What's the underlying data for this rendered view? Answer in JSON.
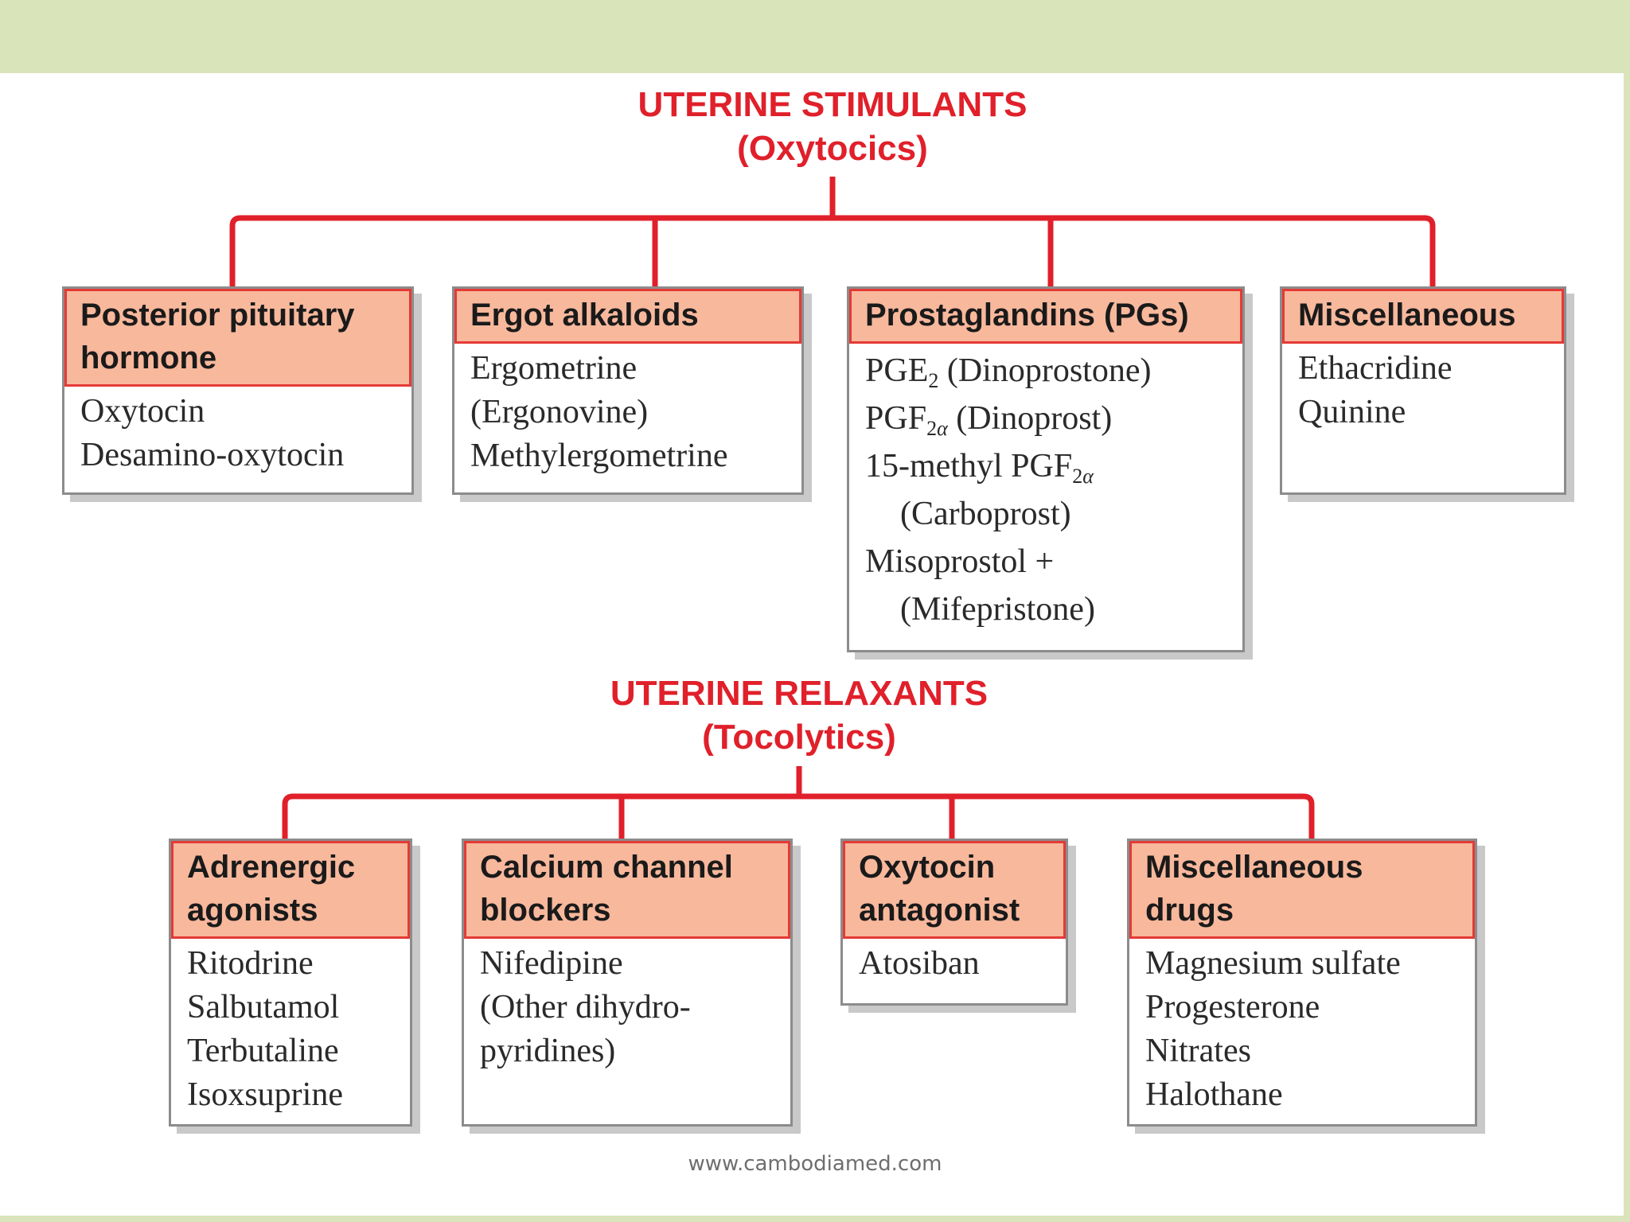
{
  "stimulants": {
    "title": "UTERINE STIMULANTS",
    "subtitle": "(Oxytocics)",
    "groups": [
      {
        "header": [
          "Posterior pituitary",
          "hormone"
        ],
        "items": [
          "Oxytocin",
          "Desamino-oxytocin"
        ]
      },
      {
        "header": [
          "Ergot alkaloids"
        ],
        "items": [
          "Ergometrine",
          "(Ergonovine)",
          "Methylergometrine"
        ]
      },
      {
        "header": [
          "Prostaglandins (PGs)"
        ],
        "items": [
          "PGE",
          "(Dinoprostone)",
          "PGF",
          "(Dinoprost)",
          "15-methyl PGF",
          "(Carboprost)",
          "Misoprostol +",
          "(Mifepristone)"
        ]
      },
      {
        "header": [
          "Miscellaneous"
        ],
        "items": [
          "Ethacridine",
          "Quinine"
        ]
      }
    ]
  },
  "relaxants": {
    "title": "UTERINE RELAXANTS",
    "subtitle": "(Tocolytics)",
    "groups": [
      {
        "header": [
          "Adrenergic",
          "agonists"
        ],
        "items": [
          "Ritodrine",
          "Salbutamol",
          "Terbutaline",
          "Isoxsuprine"
        ]
      },
      {
        "header": [
          "Calcium channel",
          "blockers"
        ],
        "items": [
          "Nifedipine",
          "(Other dihydro-",
          "pyridines)"
        ]
      },
      {
        "header": [
          "Oxytocin",
          "antagonist"
        ],
        "items": [
          "Atosiban"
        ]
      },
      {
        "header": [
          "Miscellaneous",
          "drugs"
        ],
        "items": [
          "Magnesium sulfate",
          "Progesterone",
          "Nitrates",
          "Halothane"
        ]
      }
    ]
  },
  "subscripts": {
    "two": "2",
    "alpha": "α"
  },
  "footer": "www.cambodiamed.com",
  "colors": {
    "line": "#e0202a",
    "heading": "#e0202a",
    "header_fill": "#f8b89c",
    "band": "#d9e4ba"
  }
}
